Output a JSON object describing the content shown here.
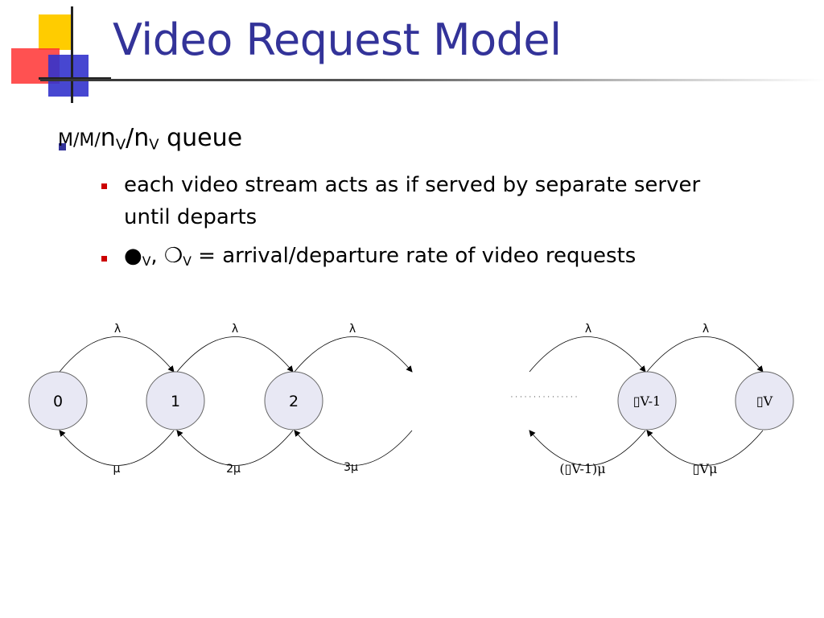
{
  "slide": {
    "title": "Video Request Model"
  },
  "bullets": {
    "level1": {
      "prefix": "M/M/",
      "n1": "n",
      "sub1": "V",
      "slash": "/",
      "n2": "n",
      "sub2": "V",
      "suffix": " queue"
    },
    "level2": [
      {
        "text": "each video stream acts as if served by separate server until departs"
      },
      {
        "sym1": "●",
        "sub1": "V",
        "comma": ", ",
        "sym2": "❍",
        "sub2": "V",
        "rest": " = arrival/departure rate of video requests"
      }
    ]
  },
  "diagram": {
    "states": [
      {
        "label": "0"
      },
      {
        "label": "1"
      },
      {
        "label": "2"
      },
      {
        "label": "▯V-1"
      },
      {
        "label": "▯V"
      }
    ],
    "arrival_label": "λ",
    "departure_labels": [
      "μ",
      "2μ",
      "3μ",
      "(▯V-1)μ",
      "▯Vμ"
    ],
    "ellipsis": "· · · · · · · · · · · · · · ·"
  },
  "colors": {
    "title": "#333399",
    "bullet_level1": "#333399",
    "bullet_level2": "#cc0000",
    "state_fill": "#e8e8f4"
  }
}
